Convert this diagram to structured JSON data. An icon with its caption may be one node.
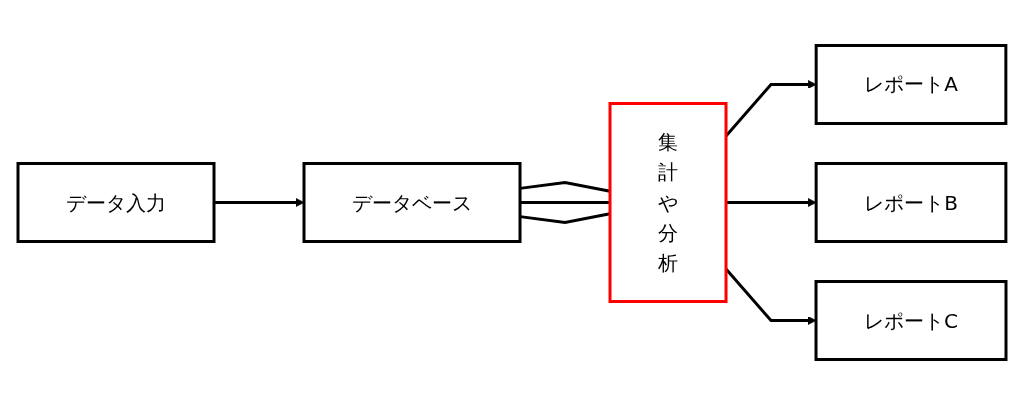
{
  "diagram": {
    "nodes": [
      {
        "text": [
          "データ入力"
        ]
      },
      {
        "text": [
          "データベース"
        ]
      },
      {
        "text": [
          "集計や分析"
        ]
      },
      {
        "text": [
          "レポートA"
        ]
      },
      {
        "text": [
          "レポートB"
        ]
      },
      {
        "text": [
          "レポートC"
        ]
      }
    ],
    "edges": [
      {
        "from": 0,
        "to": 1,
        "arrow": "to"
      },
      {
        "from": 1,
        "to": 2,
        "arrow": "none"
      },
      {
        "from": 1,
        "to": 2,
        "arrow": "none"
      },
      {
        "from": 1,
        "to": 2,
        "arrow": "none"
      },
      {
        "from": 2,
        "to": 3,
        "arrow": "to"
      },
      {
        "from": 2,
        "to": 4,
        "arrow": "to"
      },
      {
        "from": 2,
        "to": 5,
        "arrow": "to"
      }
    ]
  }
}
